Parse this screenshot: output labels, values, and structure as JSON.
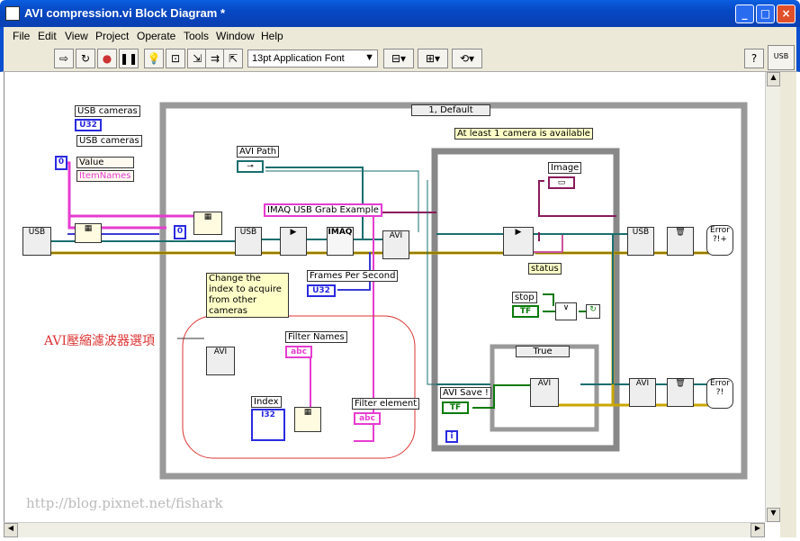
{
  "window": {
    "title": "AVI compression.vi Block Diagram *",
    "min": "_",
    "max": "□",
    "close": "×"
  },
  "menu": [
    "File",
    "Edit",
    "View",
    "Project",
    "Operate",
    "Tools",
    "Window",
    "Help"
  ],
  "toolbar": {
    "font": "13pt Application Font",
    "help": "?"
  },
  "diagram": {
    "case_selector": "1, Default",
    "available_label": "At least 1 camera is available",
    "usb_cameras_1": "USB cameras",
    "u32": "U32",
    "usb_cameras_2": "USB cameras",
    "value": "Value",
    "itemnames": "ItemNames",
    "zero_a": "0",
    "zero_b": "0",
    "avi_path": "AVI Path",
    "imaq_label": "IMAQ USB Grab Example",
    "imaq": "IMAQ",
    "frames_per_second": "Frames Per Second",
    "fps_u32": "U32",
    "change_index": "Change the index to acquire from other cameras",
    "image": "Image",
    "status": "status",
    "stop": "stop",
    "tf1": "TF",
    "true_case": "True",
    "avi_save": "AVI Save !",
    "tf2": "TF",
    "filter_names": "Filter Names",
    "abc1": "abc",
    "index": "Index",
    "i32": "I32",
    "filter_element": "Filter element",
    "abc2": "abc",
    "annotation": "AVI壓縮濾波器選項",
    "avi": "AVI",
    "usb": "USB",
    "error1": "Error ?!+",
    "error2": "Error ?!",
    "i_box": "i",
    "watermark": "http://blog.pixnet.net/fishark"
  }
}
